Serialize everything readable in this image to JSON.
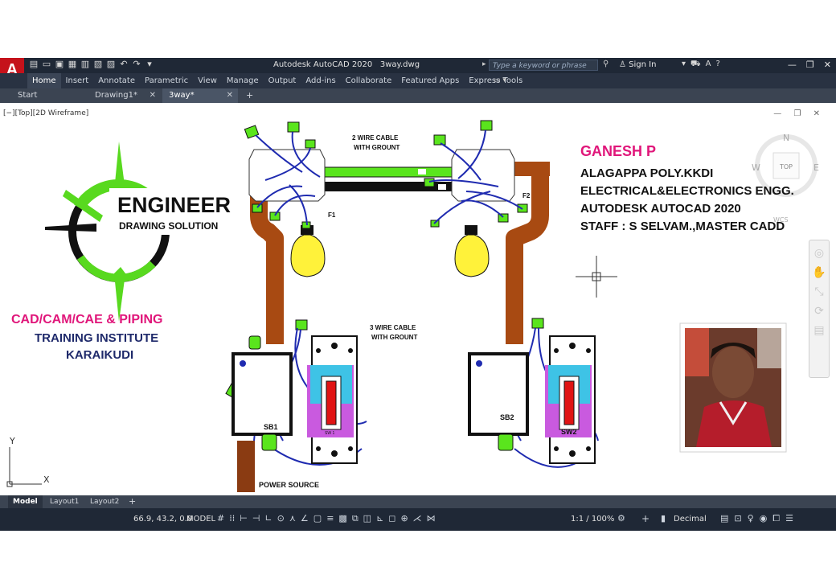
{
  "app": {
    "logo_letter": "A",
    "title": "Autodesk AutoCAD 2020",
    "file": "3way.dwg",
    "search_placeholder": "Type a keyword or phrase",
    "sign_in": "Sign In"
  },
  "ribbon_tabs": [
    "Home",
    "Insert",
    "Annotate",
    "Parametric",
    "View",
    "Manage",
    "Output",
    "Add-ins",
    "Collaborate",
    "Featured Apps",
    "Express Tools"
  ],
  "file_tabs": [
    {
      "label": "Start"
    },
    {
      "label": "Drawing1*"
    },
    {
      "label": "3way*"
    }
  ],
  "viewport": {
    "label": "[−][Top][2D Wireframe]",
    "viewcube": {
      "north": "N",
      "west": "W",
      "east": "E",
      "top": "TOP",
      "wcs": "WCS"
    }
  },
  "logo": {
    "line1": "ENGINEER",
    "line2": "DRAWING SOLUTION"
  },
  "left_text": {
    "line1": "CAD/CAM/CAE  & PIPING",
    "line2": "TRAINING INSTITUTE",
    "line3": "KARAIKUDI"
  },
  "right_text": {
    "name": "GANESH P",
    "line1": "ALAGAPPA POLY.KKDI",
    "line2": "ELECTRICAL&ELECTRONICS ENGG.",
    "line3": "AUTODESK AUTOCAD 2020",
    "line4": "STAFF : S SELVAM.,MASTER CADD"
  },
  "drawing": {
    "cable2": "2 WIRE CABLE\nWITH GROUNT",
    "cable2_line1": "2 WIRE CABLE",
    "cable2_line2": "WITH GROUNT",
    "cable3_line1": "3 WIRE CABLE",
    "cable3_line2": "WITH GROUNT",
    "f1": "F1",
    "f2": "F2",
    "sb1": "SB1",
    "sb2": "SB2",
    "sw1": "SW 1",
    "sw2": "SW2",
    "power_source": "POWER SOURCE"
  },
  "layout_tabs": [
    "Model",
    "Layout1",
    "Layout2"
  ],
  "status": {
    "coords": "66.9, 43.2, 0.0",
    "model": "MODEL",
    "scale": "1:1 / 100%",
    "units": "Decimal"
  },
  "colors": {
    "accent_pink": "#e0167a",
    "navy": "#1f2a6b",
    "green": "#5ae51d",
    "bulb": "#fff23a",
    "cable_brown": "#a84a12",
    "wire_blue": "#1f2bb0"
  }
}
